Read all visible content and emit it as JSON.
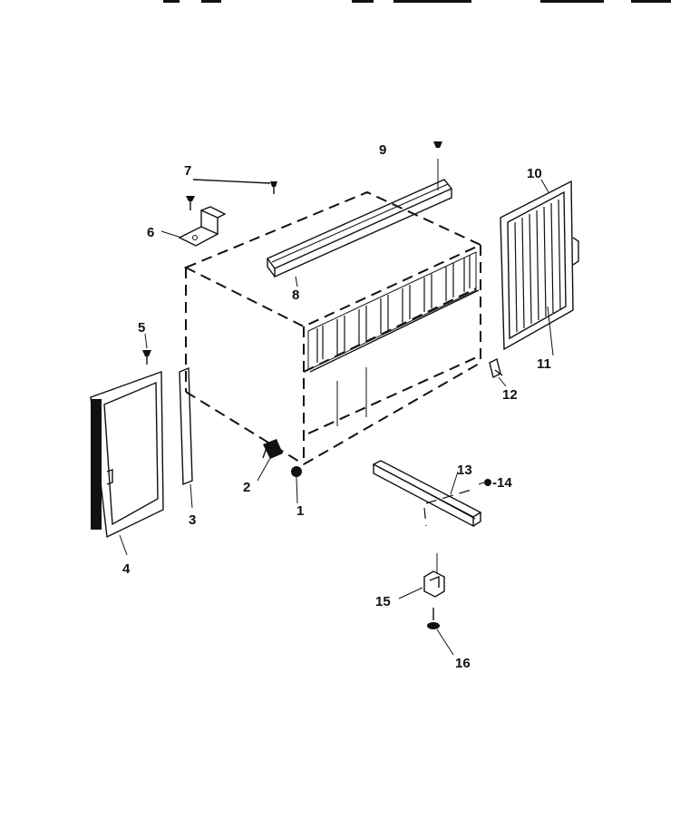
{
  "callouts": [
    {
      "id": "1",
      "text": "1"
    },
    {
      "id": "2",
      "text": "2"
    },
    {
      "id": "3",
      "text": "3"
    },
    {
      "id": "4",
      "text": "4"
    },
    {
      "id": "5",
      "text": "5"
    },
    {
      "id": "6",
      "text": "6"
    },
    {
      "id": "7",
      "text": "7"
    },
    {
      "id": "8",
      "text": "8"
    },
    {
      "id": "9",
      "text": "9"
    },
    {
      "id": "10",
      "text": "10"
    },
    {
      "id": "11",
      "text": "11"
    },
    {
      "id": "12",
      "text": "12"
    },
    {
      "id": "13",
      "text": "13"
    },
    {
      "id": "14",
      "text": "-14"
    },
    {
      "id": "15",
      "text": "15"
    },
    {
      "id": "16",
      "text": "16"
    }
  ]
}
